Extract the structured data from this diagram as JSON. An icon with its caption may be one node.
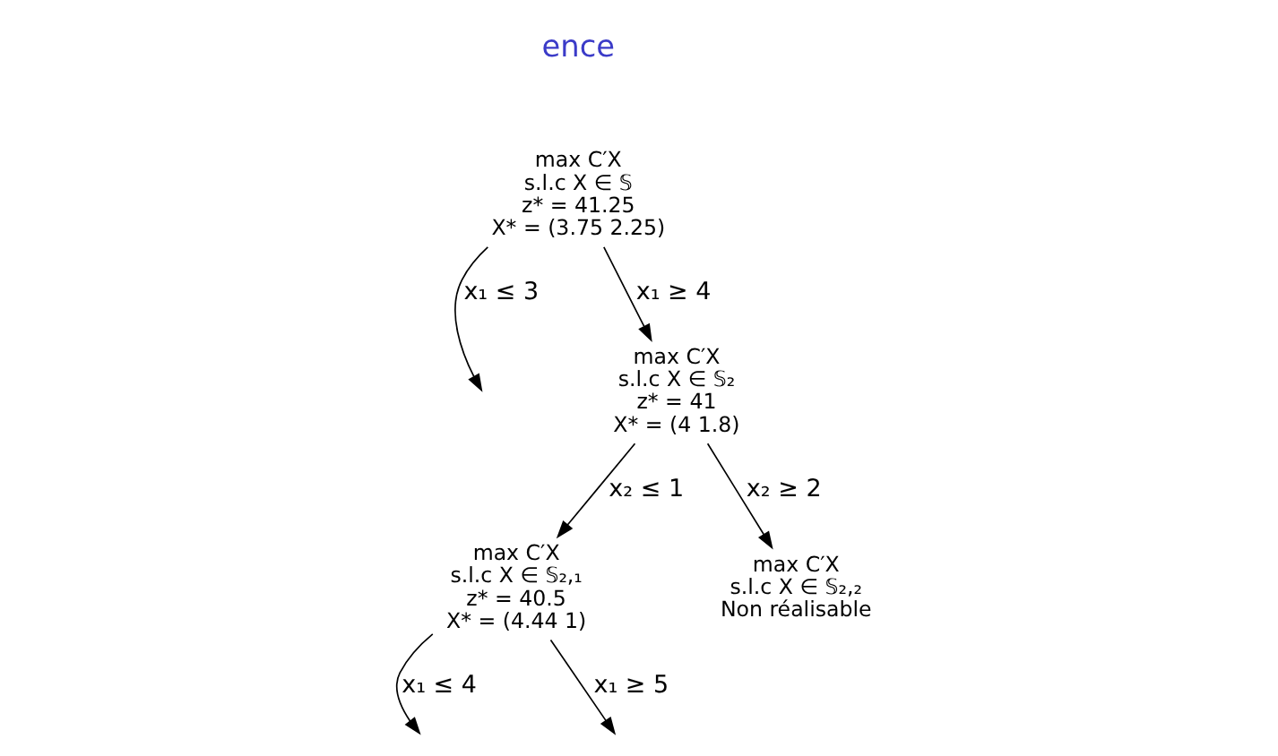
{
  "diagram": {
    "nodes": [
      {
        "text": [
          "max C′X",
          "s.l.c X ∈ 𝕊",
          "z* = 41.25",
          "X* = (3.75 2.25)"
        ]
      },
      {
        "text": [
          "max C′X",
          "s.l.c X ∈ 𝕊₂",
          "z* = 41",
          "X* = (4 1.8)"
        ]
      },
      {
        "text": [
          "max C′X",
          "s.l.c X ∈ 𝕊₂,₁",
          "z* = 40.5",
          "X* = (4.44 1)"
        ]
      },
      {
        "text": [
          "max C′X",
          "s.l.c X ∈ 𝕊₂,₂",
          "Non réalisable"
        ]
      }
    ],
    "edges": [
      {
        "from": 0,
        "to": null,
        "arrow": "to",
        "label": "x₁ ≤ 3"
      },
      {
        "from": 0,
        "to": 1,
        "arrow": "to",
        "label": "x₁ ≥ 4"
      },
      {
        "from": 1,
        "to": 2,
        "arrow": "to",
        "label": "x₂ ≤ 1"
      },
      {
        "from": 1,
        "to": 3,
        "arrow": "to",
        "label": "x₂ ≥ 2"
      },
      {
        "from": 2,
        "to": null,
        "arrow": "to",
        "label": "x₁ ≤ 4"
      },
      {
        "from": 2,
        "to": null,
        "arrow": "to",
        "label": "x₁ ≥ 5"
      }
    ],
    "labels": [
      "ence"
    ]
  }
}
